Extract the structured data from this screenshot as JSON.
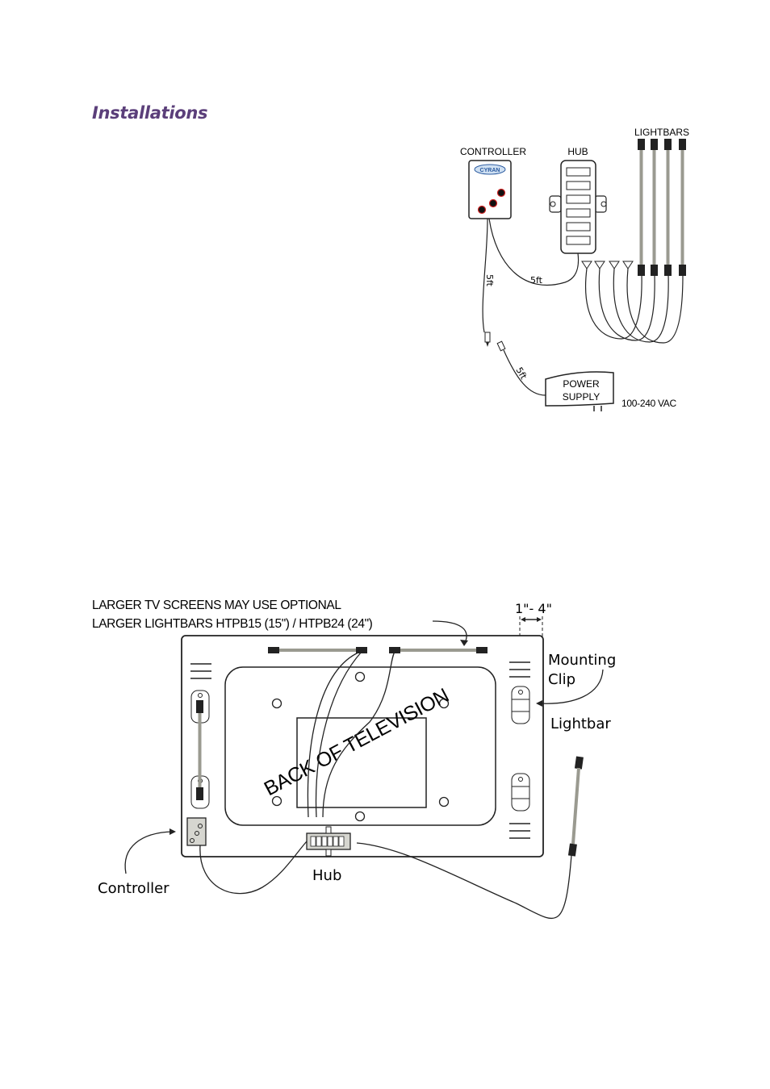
{
  "page": {
    "heading": "Installations"
  },
  "diagram1": {
    "controller_label": "CONTROLLER",
    "controller_logo": "CYRAN",
    "hub_label": "HUB",
    "lightbars_label": "LIGHTBARS",
    "cable_controller_hub": "5ft",
    "cable_controller_down": "5ft",
    "cable_power": "5ft",
    "power_supply_line1": "POWER",
    "power_supply_line2": "SUPPLY",
    "voltage": "100-240 VAC"
  },
  "diagram2": {
    "note_line1": "LARGER TV SCREENS MAY USE OPTIONAL",
    "note_line2": "LARGER LIGHTBARS HTPB15 (15\") / HTPB24 (24\")",
    "spacing": "1\"- 4\"",
    "mounting_clip_line1": "Mounting",
    "mounting_clip_line2": "Clip",
    "lightbar": "Lightbar",
    "tv_label": "BACK OF TELEVISION",
    "controller": "Controller",
    "hub": "Hub"
  },
  "colors": {
    "heading": "#5b3f7a",
    "led_red": "#cc2222",
    "logo_blue": "#2a5aa0",
    "lightbar_gray": "#9a9a90"
  }
}
